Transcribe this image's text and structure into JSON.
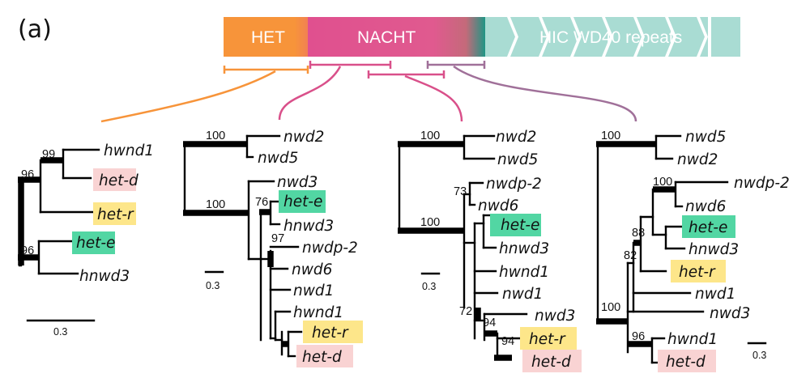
{
  "panel_label": "(a)",
  "domains": {
    "het": "HET",
    "nacht": "NACHT",
    "wd40": "HIC WD40 repeats"
  },
  "colors": {
    "het": "#f7943a",
    "nacht": "#e05a8f",
    "teal_bar": "#0a9b86",
    "wd40": "#a9dcd3",
    "connector_het": "#f7943a",
    "connector_nacht": "#d9508a",
    "connector_wd40": "#a07099",
    "pink_box": "#f9d3d3",
    "yellow_box": "#fde68a",
    "green_box": "#52d6a3"
  },
  "tree1": {
    "tips": [
      "hwnd1",
      "het-d",
      "het-r",
      "het-e",
      "hnwd3"
    ],
    "bootstrap": [
      "99",
      "96",
      "96"
    ],
    "scale": "0.3"
  },
  "tree2": {
    "tips": [
      "nwd2",
      "nwd5",
      "nwd3",
      "het-e",
      "hnwd3",
      "nwdp-2",
      "nwd6",
      "nwd1",
      "hwnd1",
      "het-r",
      "het-d"
    ],
    "bootstrap": [
      "100",
      "100",
      "76",
      "97"
    ],
    "scale": "0.3"
  },
  "tree3": {
    "tips": [
      "nwd2",
      "nwd5",
      "nwdp-2",
      "nwd6",
      "het-e",
      "hnwd3",
      "hwnd1",
      "nwd1",
      "nwd3",
      "het-r",
      "het-d"
    ],
    "bootstrap": [
      "100",
      "100",
      "73",
      "72",
      "94",
      "94"
    ],
    "scale": "0.3"
  },
  "tree4": {
    "tips": [
      "nwd5",
      "nwd2",
      "nwdp-2",
      "nwd6",
      "het-e",
      "hnwd3",
      "het-r",
      "nwd1",
      "nwd3",
      "hwnd1",
      "het-d"
    ],
    "bootstrap": [
      "100",
      "100",
      "88",
      "82",
      "100",
      "96"
    ],
    "scale": "0.3"
  }
}
